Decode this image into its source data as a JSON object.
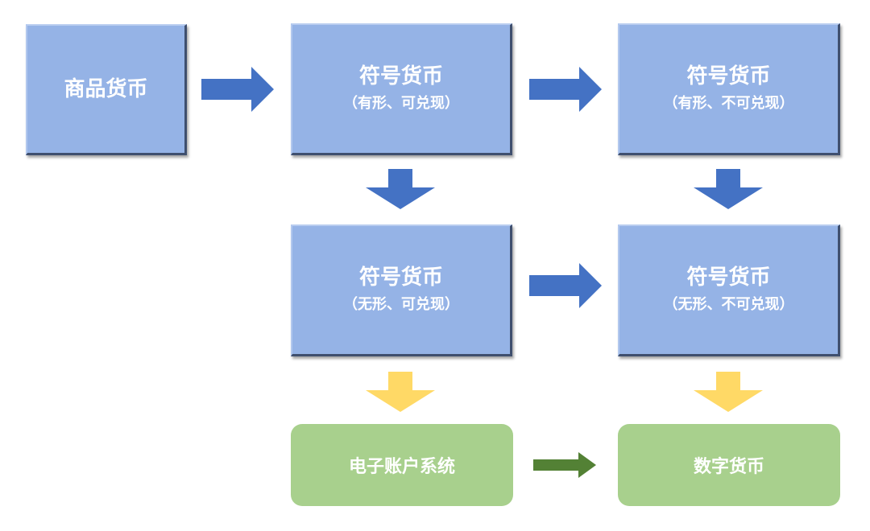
{
  "boxes": {
    "commodity": {
      "title": "商品货币"
    },
    "symbolic_tangible_redeemable": {
      "title": "符号货币",
      "subtitle": "（有形、可兑现）"
    },
    "symbolic_tangible_nonredeemable": {
      "title": "符号货币",
      "subtitle": "（有形、不可兑现）"
    },
    "symbolic_intangible_redeemable": {
      "title": "符号货币",
      "subtitle": "（无形、可兑现）"
    },
    "symbolic_intangible_nonredeemable": {
      "title": "符号货币",
      "subtitle": "（无形、不可兑现）"
    }
  },
  "results": {
    "electronic_account": {
      "title": "电子账户系统"
    },
    "digital_currency": {
      "title": "数字货币"
    }
  },
  "colors": {
    "box_fill": "#95b3e6",
    "arrow_blue": "#4472c4",
    "arrow_yellow": "#ffd966",
    "result_fill": "#a8d08d",
    "arrow_green": "#538135"
  }
}
